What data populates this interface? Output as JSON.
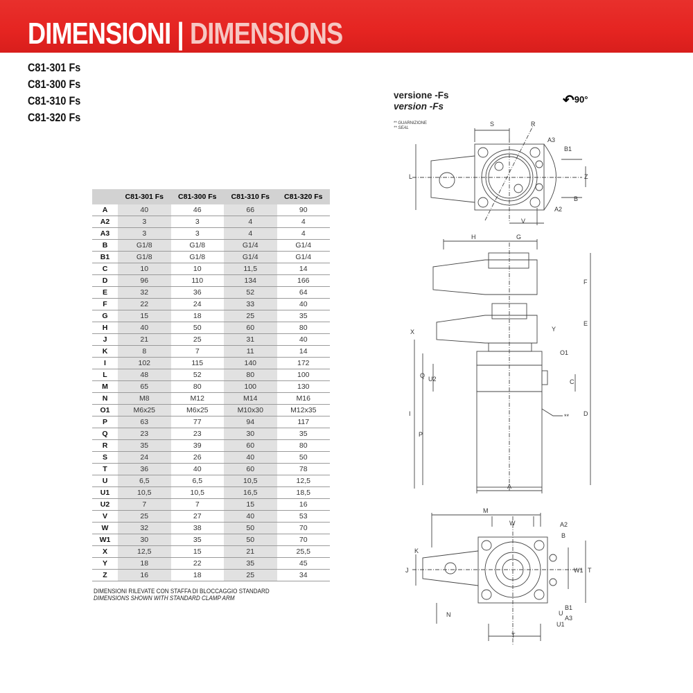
{
  "header": {
    "title_it": "DIMENSIONI",
    "separator": "|",
    "title_en": "DIMENSIONS"
  },
  "models": [
    "C81-301 Fs",
    "C81-300 Fs",
    "C81-310 Fs",
    "C81-320 Fs"
  ],
  "table": {
    "columns": [
      "",
      "C81-301 Fs",
      "C81-300 Fs",
      "C81-310 Fs",
      "C81-320 Fs"
    ],
    "rows": [
      [
        "A",
        "40",
        "46",
        "66",
        "90"
      ],
      [
        "A2",
        "3",
        "3",
        "4",
        "4"
      ],
      [
        "A3",
        "3",
        "3",
        "4",
        "4"
      ],
      [
        "B",
        "G1/8",
        "G1/8",
        "G1/4",
        "G1/4"
      ],
      [
        "B1",
        "G1/8",
        "G1/8",
        "G1/4",
        "G1/4"
      ],
      [
        "C",
        "10",
        "10",
        "11,5",
        "14"
      ],
      [
        "D",
        "96",
        "110",
        "134",
        "166"
      ],
      [
        "E",
        "32",
        "36",
        "52",
        "64"
      ],
      [
        "F",
        "22",
        "24",
        "33",
        "40"
      ],
      [
        "G",
        "15",
        "18",
        "25",
        "35"
      ],
      [
        "H",
        "40",
        "50",
        "60",
        "80"
      ],
      [
        "J",
        "21",
        "25",
        "31",
        "40"
      ],
      [
        "K",
        "8",
        "7",
        "11",
        "14"
      ],
      [
        "I",
        "102",
        "115",
        "140",
        "172"
      ],
      [
        "L",
        "48",
        "52",
        "80",
        "100"
      ],
      [
        "M",
        "65",
        "80",
        "100",
        "130"
      ],
      [
        "N",
        "M8",
        "M12",
        "M14",
        "M16"
      ],
      [
        "O1",
        "M6x25",
        "M6x25",
        "M10x30",
        "M12x35"
      ],
      [
        "P",
        "63",
        "77",
        "94",
        "117"
      ],
      [
        "Q",
        "23",
        "23",
        "30",
        "35"
      ],
      [
        "R",
        "35",
        "39",
        "60",
        "80"
      ],
      [
        "S",
        "24",
        "26",
        "40",
        "50"
      ],
      [
        "T",
        "36",
        "40",
        "60",
        "78"
      ],
      [
        "U",
        "6,5",
        "6,5",
        "10,5",
        "12,5"
      ],
      [
        "U1",
        "10,5",
        "10,5",
        "16,5",
        "18,5"
      ],
      [
        "U2",
        "7",
        "7",
        "15",
        "16"
      ],
      [
        "V",
        "25",
        "27",
        "40",
        "53"
      ],
      [
        "W",
        "32",
        "38",
        "50",
        "70"
      ],
      [
        "W1",
        "30",
        "35",
        "50",
        "70"
      ],
      [
        "X",
        "12,5",
        "15",
        "21",
        "25,5"
      ],
      [
        "Y",
        "18",
        "22",
        "35",
        "45"
      ],
      [
        "Z",
        "16",
        "18",
        "25",
        "34"
      ]
    ]
  },
  "note": {
    "it": "DIMENSIONI RILEVATE CON STAFFA DI BLOCCAGGIO STANDARD",
    "en": "DIMENSIONS SHOWN WITH STANDARD CLAMP ARM"
  },
  "drawing": {
    "version_it": "versione -Fs",
    "version_en": "version -Fs",
    "rotation": "90°",
    "seal_it": "** GUARNIZIONE",
    "seal_en": "** SEAL",
    "top_labels": [
      "S",
      "R",
      "A3",
      "B1",
      "Z",
      "B",
      "A2",
      "L",
      "V"
    ],
    "side_labels": [
      "H",
      "G",
      "F",
      "E",
      "Y",
      "X",
      "O1",
      "Q",
      "U2",
      "C",
      "I",
      "P",
      "D",
      "A",
      "**"
    ],
    "bottom_labels": [
      "M",
      "W",
      "A2",
      "B",
      "K",
      "J",
      "W1",
      "T",
      "B1",
      "A3",
      "N",
      "U",
      "U1",
      "T"
    ]
  }
}
